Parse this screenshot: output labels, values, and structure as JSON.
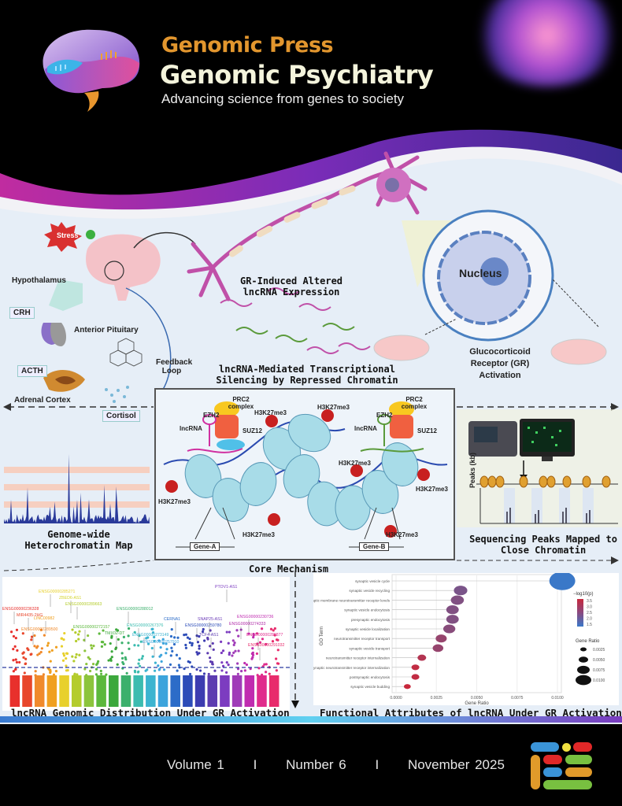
{
  "header": {
    "publisher": "Genomic Press",
    "journal": "Genomic Psychiatry",
    "tagline": "Advancing science from genes to society"
  },
  "hpa_axis": {
    "stress": "Stress",
    "plus": "+",
    "minus": "−",
    "hypothalamus": "Hypothalamus",
    "crh": "CRH",
    "anterior_pituitary": "Anterior Pituitary",
    "acth": "ACTH",
    "adrenal_cortex": "Adrenal Cortex",
    "cortisol": "Cortisol",
    "feedback_loop": "Feedback Loop"
  },
  "top_captions": {
    "gr_induced": "GR-Induced Altered lncRNA Expression",
    "silencing": "lncRNA-Mediated Transcriptional Silencing by Repressed Chromatin",
    "nucleus": "Nucleus",
    "gr_activation": "Glucocorticoid Receptor (GR) Activation"
  },
  "core_mechanism": {
    "title": "Core Mechanism",
    "prc2_left": "PRC2 complex",
    "ezh2_left": "EZH2",
    "lncrna_left": "lncRNA",
    "suz12_left": "SUZ12",
    "prc2_right": "PRC2 complex",
    "ezh2_right": "EZH2",
    "lncrna_right": "lncRNA",
    "suz12_right": "SUZ12",
    "mark": "H3K27me3",
    "gene_a": "Gene-A",
    "gene_b": "Gene-B"
  },
  "heterochromatin": {
    "caption": "Genome-wide Heterochromatin Map"
  },
  "sequencing": {
    "ylabel": "Peaks (kb)",
    "caption": "Sequencing Peaks Mapped to Close Chromatin"
  },
  "manhattan": {
    "caption": "lncRNA Genomic Distribution Under GR Activation",
    "labels": [
      {
        "text": "ENSG00000236328",
        "color": "#e8302c"
      },
      {
        "text": "MIR4435-2HG",
        "color": "#e8472c"
      },
      {
        "text": "ENSG00000285271",
        "color": "#e8d02c"
      },
      {
        "text": "ZBED6-AS1",
        "color": "#d4d42c"
      },
      {
        "text": "ENSG00000289663",
        "color": "#b4cc2c"
      },
      {
        "text": "LINC00982",
        "color": "#f0a020"
      },
      {
        "text": "ENSG00000289500",
        "color": "#f08a2c"
      },
      {
        "text": "ENSG00000272157",
        "color": "#5cb83c"
      },
      {
        "text": "TMX02-DT",
        "color": "#3ca83c"
      },
      {
        "text": "ENSG00000288012",
        "color": "#3cb06c"
      },
      {
        "text": "ENSG00000267376",
        "color": "#3cbcb0"
      },
      {
        "text": "ENSG00000273149",
        "color": "#3cb4d0"
      },
      {
        "text": "ENSG00000257910",
        "color": "#3ca4dc"
      },
      {
        "text": "CERNA1",
        "color": "#2c6cc8"
      },
      {
        "text": "ENSG00000259780",
        "color": "#2c4cb8"
      },
      {
        "text": "SNAP25-AS1",
        "color": "#6c3cb8"
      },
      {
        "text": "PTOV1-AS1",
        "color": "#7c3cc0"
      },
      {
        "text": "TCF4-AS1",
        "color": "#5c3cb0"
      },
      {
        "text": "ENSG00000230736",
        "color": "#c02cb0"
      },
      {
        "text": "ENSG00000274333",
        "color": "#b02ca8"
      },
      {
        "text": "ENSG00000288877",
        "color": "#e02c8c"
      },
      {
        "text": "ENSG00000291032",
        "color": "#e82c6c"
      }
    ]
  },
  "chart_data": {
    "type": "scatter",
    "title": "Functional Attributes of lncRNA Under GR Activation",
    "xlabel": "Gene Ratio",
    "ylabel": "GO Term",
    "xlim": [
      0,
      0.0105
    ],
    "xticks": [
      "0.0000",
      "0.0025",
      "0.0050",
      "0.0075",
      "0.0100"
    ],
    "color_legend_title": "−log10(p)",
    "color_ticks": [
      "3.5",
      "3.0",
      "2.5",
      "2.0",
      "1.5"
    ],
    "size_legend_title": "Gene Ratio",
    "size_ticks": [
      "0.0025",
      "0.0050",
      "0.0075",
      "0.0100"
    ],
    "terms": [
      {
        "term": "synaptic vesicle cycle",
        "ratio": 0.0103,
        "logp": 1.5
      },
      {
        "term": "synaptic vesicle recycling",
        "ratio": 0.004,
        "logp": 2.4
      },
      {
        "term": "regulation of postsynaptic membrane neurotransmitter receptor levels",
        "ratio": 0.0038,
        "logp": 2.5
      },
      {
        "term": "synaptic vesicle endocytosis",
        "ratio": 0.0035,
        "logp": 2.5
      },
      {
        "term": "presynaptic endocytosis",
        "ratio": 0.0035,
        "logp": 2.5
      },
      {
        "term": "synaptic vesicle localization",
        "ratio": 0.0033,
        "logp": 2.6
      },
      {
        "term": "neurotransmitter receptor transport",
        "ratio": 0.0028,
        "logp": 2.8
      },
      {
        "term": "synaptic vesicle transport",
        "ratio": 0.0026,
        "logp": 2.8
      },
      {
        "term": "neurotransmitter receptor internalization",
        "ratio": 0.0016,
        "logp": 3.2
      },
      {
        "term": "postsynaptic neurotransmitter receptor internalization",
        "ratio": 0.0012,
        "logp": 3.4
      },
      {
        "term": "postsynaptic endocytosis",
        "ratio": 0.0012,
        "logp": 3.4
      },
      {
        "term": "synaptic vesicle budding",
        "ratio": 0.0007,
        "logp": 3.5
      }
    ]
  },
  "footer": {
    "volume": "Volume 1",
    "sep": "I",
    "number": "Number 6",
    "date": "November 2025"
  }
}
